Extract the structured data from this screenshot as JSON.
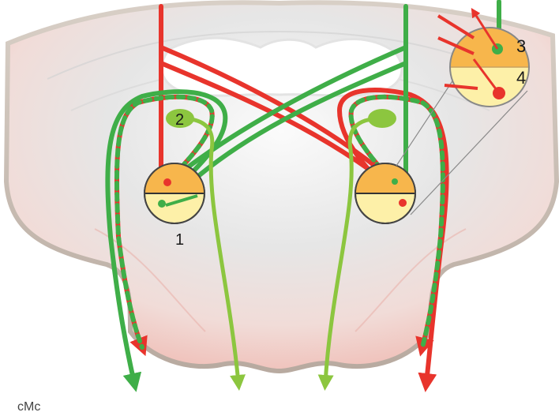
{
  "labels": {
    "region_1": "1",
    "region_2": "2",
    "region_3": "3",
    "region_4": "4"
  },
  "credit": "cMc",
  "colors": {
    "red_pathway": "#e8342c",
    "green_pathway": "#3fae48",
    "light_green_pathway": "#8cc63f",
    "upper_zone": "#f7b64c",
    "lower_zone": "#fdf0a8",
    "tissue_gray": "#d9d9d9",
    "tissue_pink": "#f3c9c3"
  }
}
